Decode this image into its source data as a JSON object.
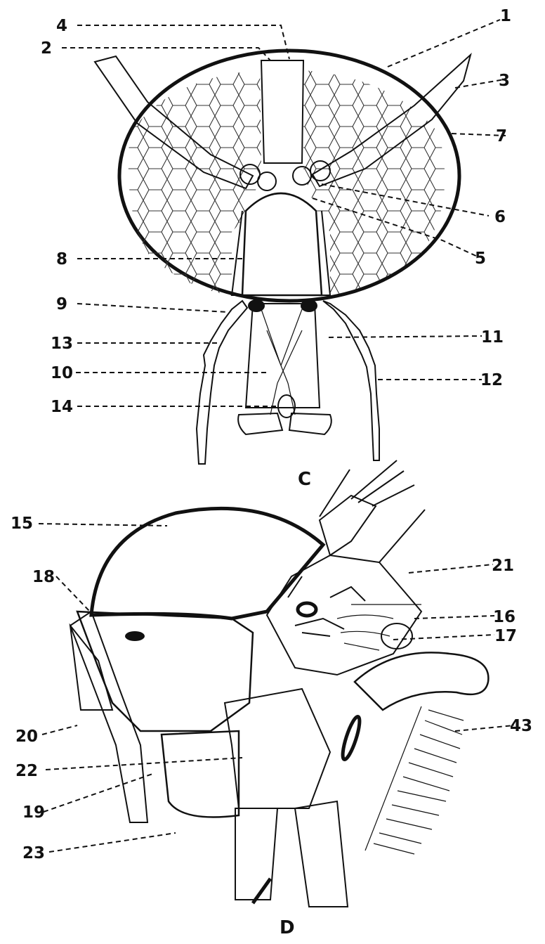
{
  "figure": {
    "panels": [
      {
        "id": "C",
        "label": "C",
        "callouts": [
          "1",
          "2",
          "3",
          "4",
          "5",
          "6",
          "7",
          "8",
          "9",
          "10",
          "11",
          "12",
          "13",
          "14"
        ]
      },
      {
        "id": "D",
        "label": "D",
        "callouts": [
          "15",
          "16",
          "17",
          "18",
          "19",
          "20",
          "21",
          "22",
          "23",
          "43"
        ]
      }
    ]
  }
}
